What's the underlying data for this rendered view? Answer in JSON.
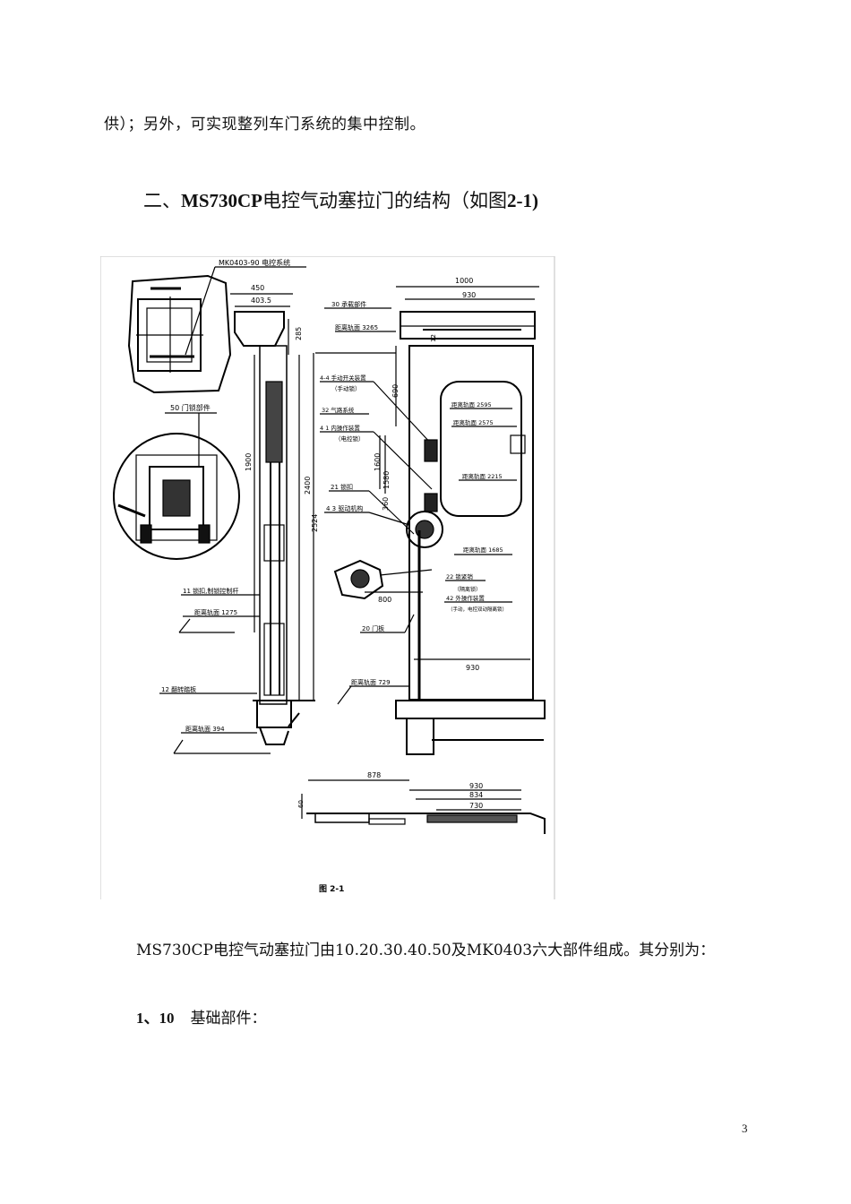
{
  "text": {
    "line1": "供）；另外，可实现整列车门系统的集中控制。",
    "heading_prefix": "二、",
    "heading_model": "MS730CP",
    "heading_main": "电控气动塞拉门的结构（如图",
    "heading_fig": "2-1)",
    "para": "MS730CP电控气动塞拉门由10.20.30.40.50及MK0403六大部件组成。其分别为：",
    "sub_num": "1、10",
    "sub_text": "基础部件：",
    "page_number": "3"
  },
  "figure": {
    "caption": "图 2-1",
    "labels": {
      "mk": "MK0403-90  电控系统",
      "l50": "50  门锁部件",
      "l11": "11  锁扣,制锁控制杆",
      "l12": "12  翻转踏板",
      "l30": "30  承载部件",
      "l44": "4-4  手动开关装置",
      "l44b": "（手动锁）",
      "l32": "32  气路系统",
      "l41": "4 1  内操作装置",
      "l41b": "（电控锁）",
      "l21": "21  锁扣",
      "l43": "4 3  驱动机构",
      "l22": "22  锁紧销",
      "l22b": "（隔离锁）",
      "l42": "42  外操作装置",
      "l42b": "（手动，电控双动隔离锁）",
      "l20": "20  门板"
    },
    "rail_labels": {
      "r3265": "距离轨面 3265",
      "r2595": "距离轨面 2595",
      "r2575": "距离轨面 2575",
      "r2215": "距离轨面 2215",
      "r1685": "距离轨面 1685",
      "r1275": "距离轨面 1275",
      "r729": "距离轨面 729",
      "r394": "距离轨面 394"
    },
    "dims": {
      "d450": "450",
      "d4035": "403.5",
      "d285": "285",
      "d1900": "1900",
      "d2400": "2400",
      "d2524": "2524",
      "d1000": "1000",
      "d930a": "930",
      "d12": "12",
      "d690": "690",
      "d1600": "1600",
      "d1580": "1580",
      "d360": "360",
      "d800": "800",
      "d930b": "930",
      "d878": "878",
      "d930c": "930",
      "d834": "834",
      "d730": "730",
      "d60": "60"
    }
  }
}
